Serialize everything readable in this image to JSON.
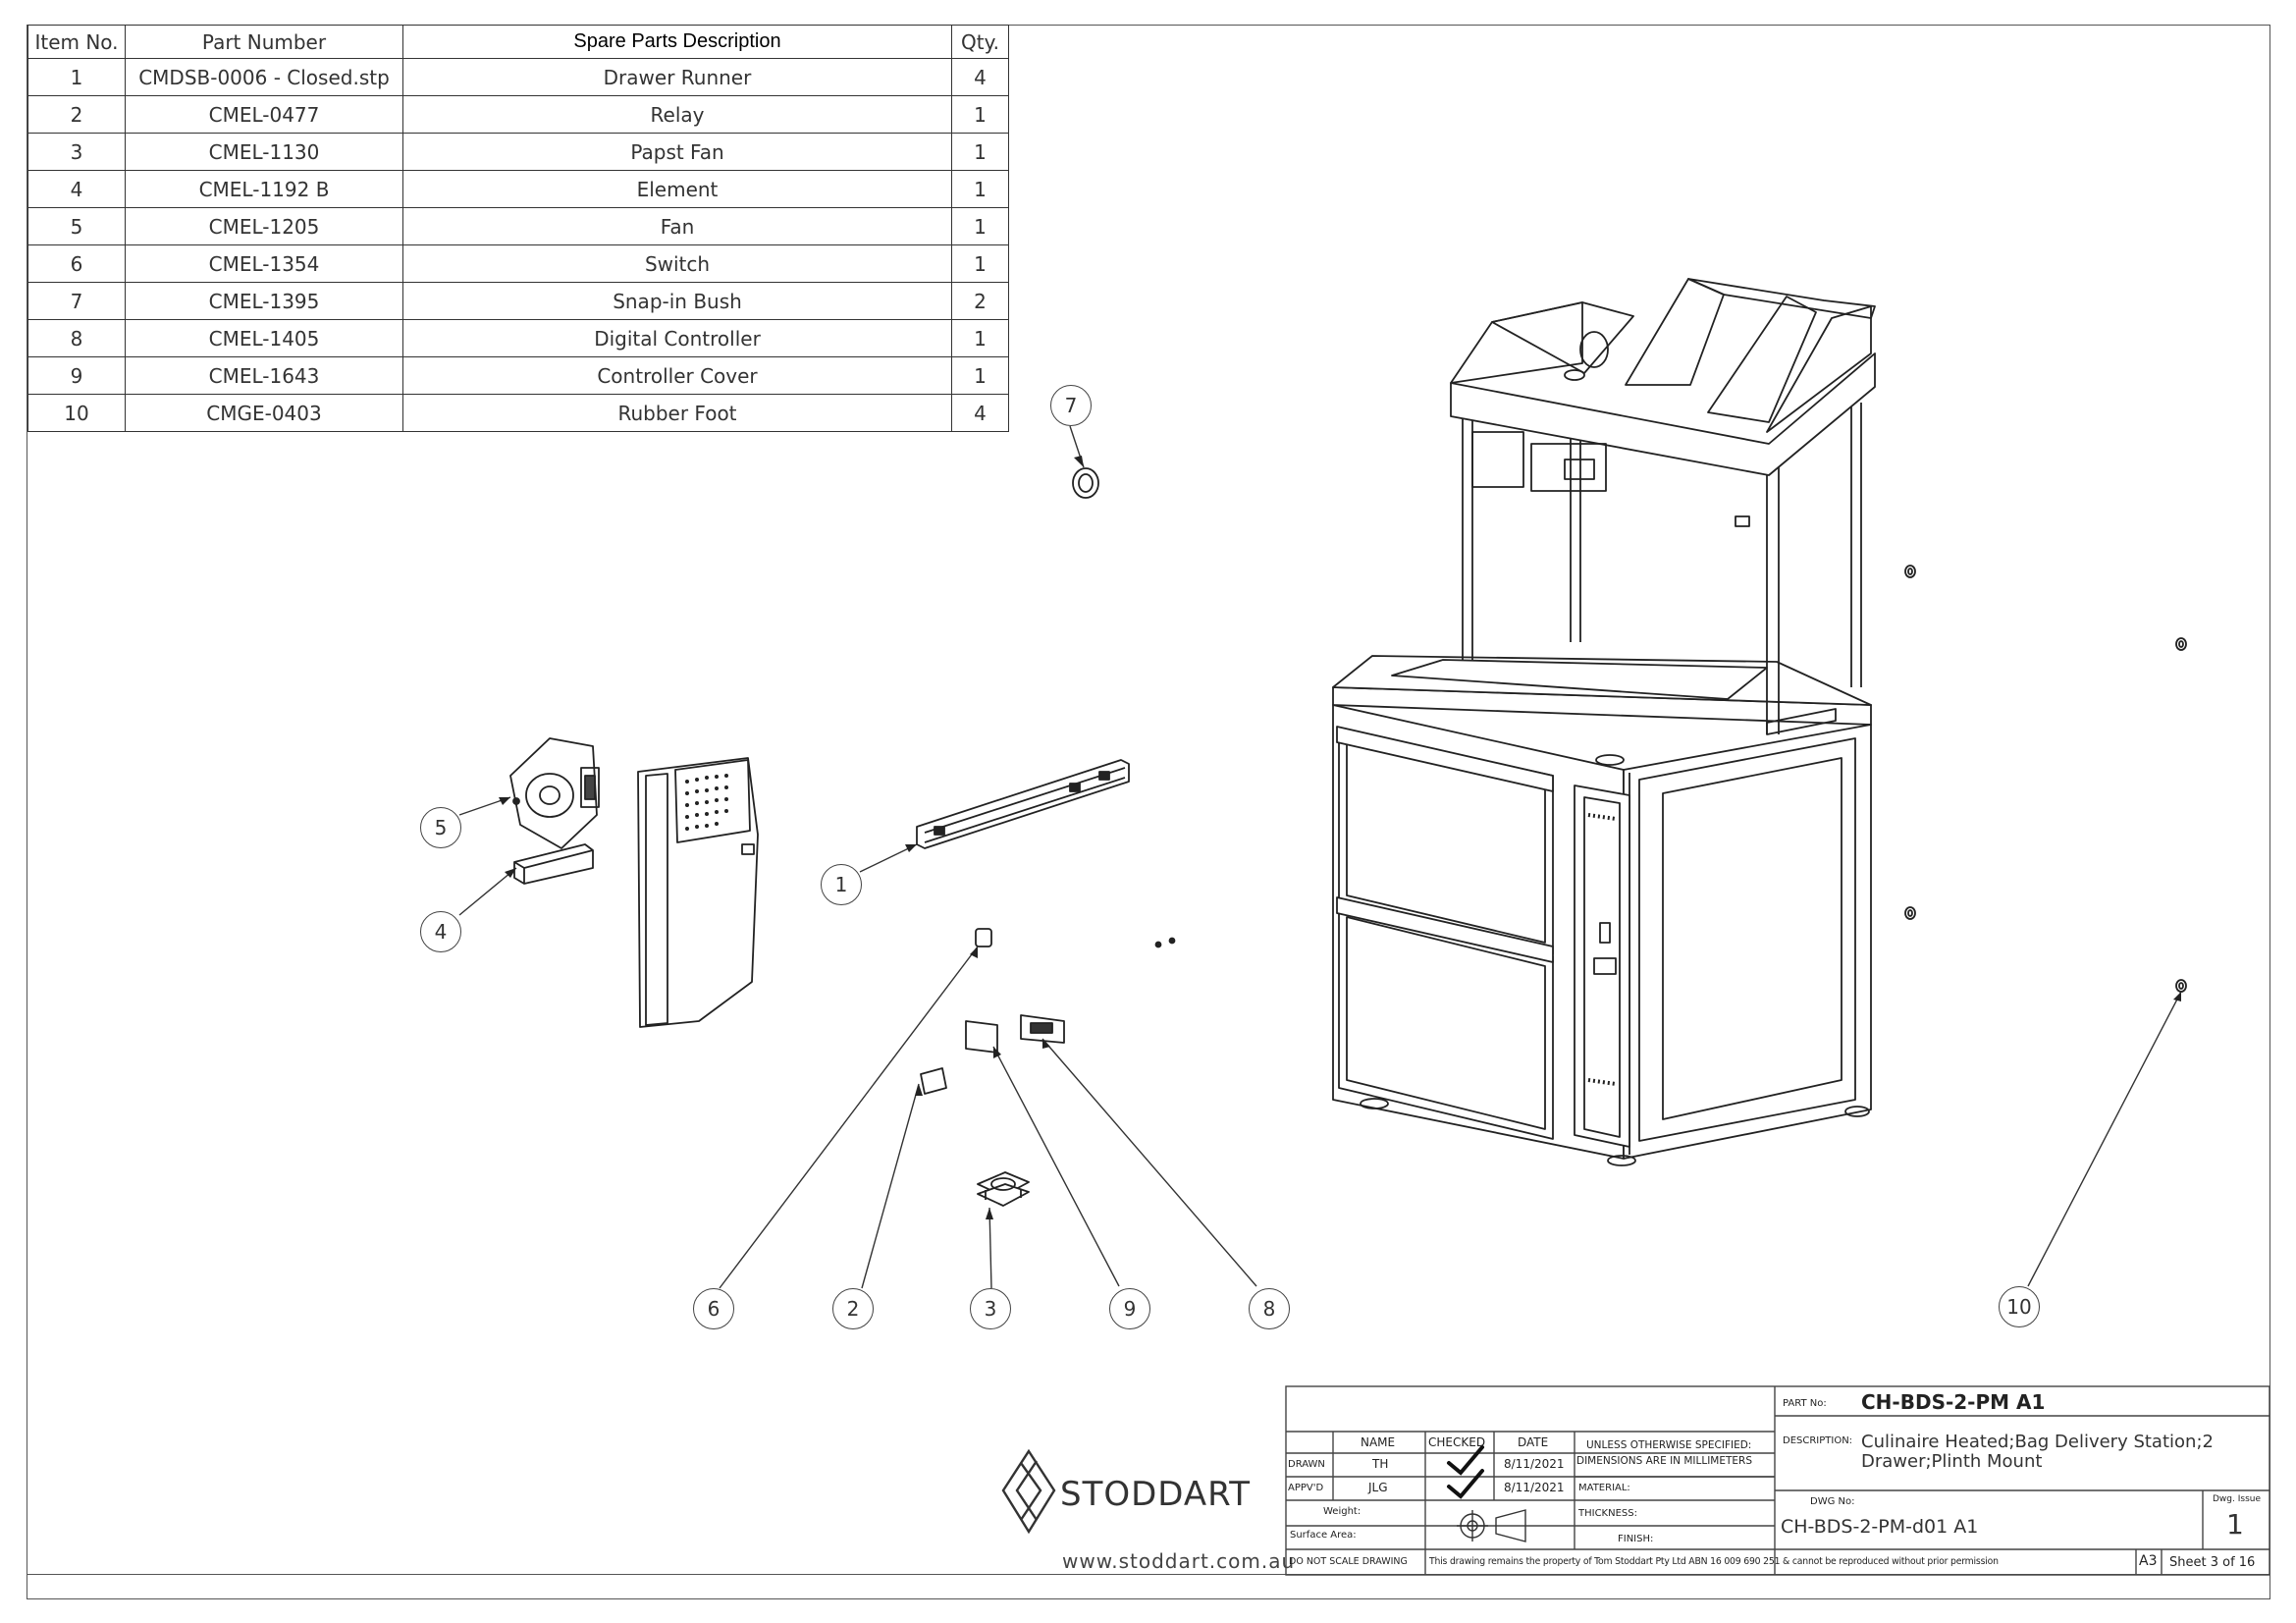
{
  "bom": {
    "headers": {
      "item": "Item No.",
      "part": "Part Number",
      "desc": "Spare Parts Description",
      "qty": "Qty."
    },
    "rows": [
      {
        "item": "1",
        "part": "CMDSB-0006 - Closed.stp",
        "desc": "Drawer Runner",
        "qty": "4"
      },
      {
        "item": "2",
        "part": "CMEL-0477",
        "desc": "Relay",
        "qty": "1"
      },
      {
        "item": "3",
        "part": "CMEL-1130",
        "desc": "Papst Fan",
        "qty": "1"
      },
      {
        "item": "4",
        "part": "CMEL-1192 B",
        "desc": "Element",
        "qty": "1"
      },
      {
        "item": "5",
        "part": "CMEL-1205",
        "desc": "Fan",
        "qty": "1"
      },
      {
        "item": "6",
        "part": "CMEL-1354",
        "desc": "Switch",
        "qty": "1"
      },
      {
        "item": "7",
        "part": "CMEL-1395",
        "desc": "Snap-in Bush",
        "qty": "2"
      },
      {
        "item": "8",
        "part": "CMEL-1405",
        "desc": "Digital Controller",
        "qty": "1"
      },
      {
        "item": "9",
        "part": "CMEL-1643",
        "desc": "Controller Cover",
        "qty": "1"
      },
      {
        "item": "10",
        "part": "CMGE-0403",
        "desc": "Rubber Foot",
        "qty": "4"
      }
    ]
  },
  "balloons": {
    "b1": "1",
    "b2": "2",
    "b3": "3",
    "b4": "4",
    "b5": "5",
    "b6": "6",
    "b7": "7",
    "b8": "8",
    "b9": "9",
    "b10": "10"
  },
  "brand": {
    "name": "STODDART",
    "url": "www.stoddart.com.au"
  },
  "title_block": {
    "part_no_label": "PART No:",
    "part_no": "CH-BDS-2-PM A1",
    "description_label": "DESCRIPTION:",
    "description_line1": "Culinaire Heated;Bag Delivery Station;2",
    "description_line2": "Drawer;Plinth Mount",
    "col_name": "NAME",
    "col_checked": "CHECKED",
    "col_date": "DATE",
    "drawn_label": "DRAWN",
    "drawn_name": "TH",
    "drawn_date": "8/11/2021",
    "appvd_label": "APPV'D",
    "appvd_name": "JLG",
    "appvd_date": "8/11/2021",
    "unless_line1": "UNLESS OTHERWISE SPECIFIED:",
    "unless_line2": "DIMENSIONS ARE IN MILLIMETERS",
    "material_label": "MATERIAL:",
    "thickness_label": "THICKNESS:",
    "finish_label": "FINISH:",
    "weight_label": "Weight:",
    "surface_label": "Surface Area:",
    "dwg_no_label": "DWG No:",
    "dwg_no": "CH-BDS-2-PM-d01 A1",
    "issue_label": "Dwg. Issue",
    "issue": "1",
    "noscale": "DO NOT SCALE DRAWING",
    "property": "This drawing remains the property of Tom Stoddart Pty Ltd ABN 16 009 690 251 & cannot be reproduced without prior permission",
    "size": "A3",
    "sheet": "Sheet 3 of 16"
  }
}
